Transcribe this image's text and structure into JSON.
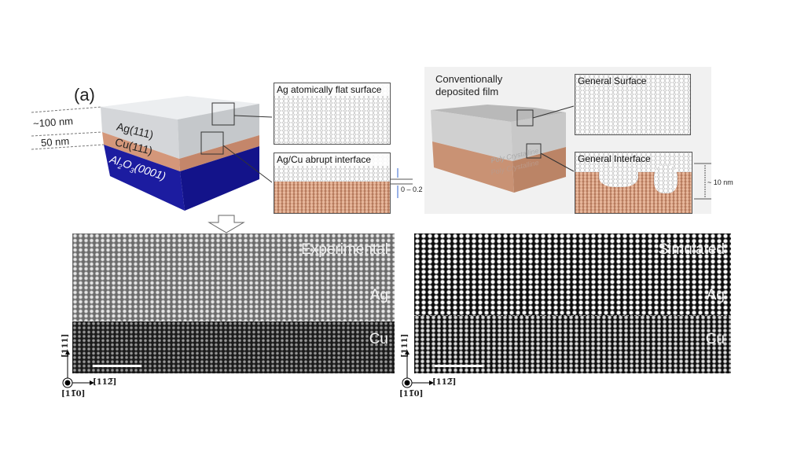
{
  "panel_label": "(a)",
  "left_cube": {
    "thickness_ag": "~100 nm",
    "thickness_cu": "50 nm",
    "layer_ag": "Ag(111)",
    "layer_cu": "Cu(111)",
    "layer_substrate_prefix": "Al",
    "layer_substrate_sub1": "2",
    "layer_substrate_mid": "O",
    "layer_substrate_sub2": "3",
    "layer_substrate_suffix": "(0001)",
    "inset_surface": "Ag atomically flat surface",
    "inset_interface": "Ag/Cu abrupt interface",
    "interface_width": "0 – 0.2 nm"
  },
  "right_cube": {
    "title_line1": "Conventionally",
    "title_line2": "deposited film",
    "layer_faint_1": "Poly Crystalline",
    "layer_faint_2": "Poly Crystalline",
    "inset_surface": "General Surface",
    "inset_interface": "General Interface",
    "interface_width": "~ 10 nm"
  },
  "images": [
    {
      "title": "Experimental",
      "top_label": "Ag",
      "bottom_label": "Cu"
    },
    {
      "title": "Simulated",
      "top_label": "Ag",
      "bottom_label": "Cu"
    }
  ],
  "axes": {
    "vertical": "[111]",
    "horizontal": "[112̅]",
    "out_of_plane": "[11̅0]"
  },
  "colors": {
    "ag": "#d8dadc",
    "cu": "#d4977a",
    "substrate": "#1a1a9a"
  }
}
